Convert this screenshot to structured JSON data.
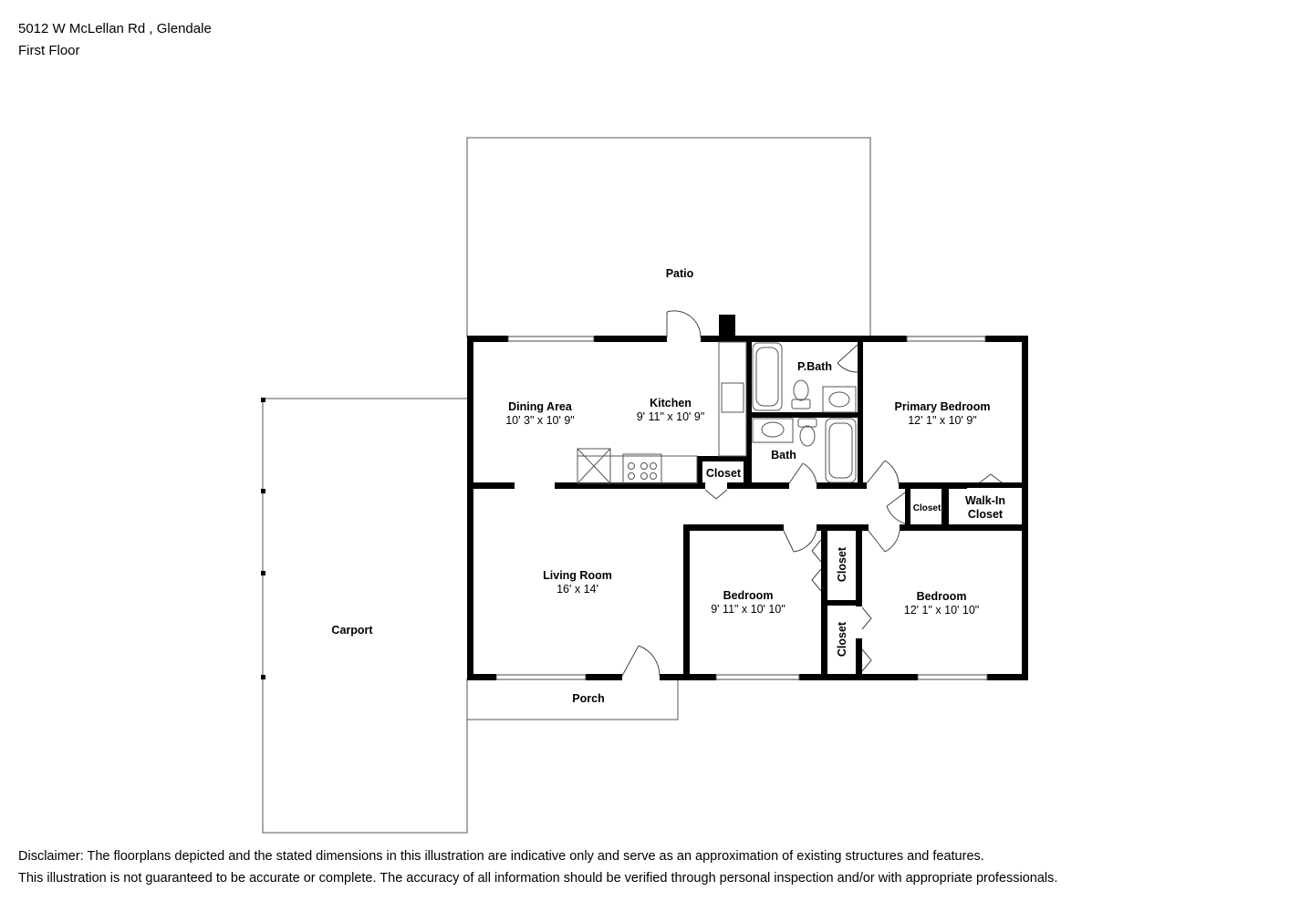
{
  "header": {
    "address": "5012 W McLellan Rd , Glendale",
    "floor": "First Floor"
  },
  "rooms": {
    "patio": {
      "name": "Patio"
    },
    "carport": {
      "name": "Carport"
    },
    "porch": {
      "name": "Porch"
    },
    "dining": {
      "name": "Dining Area",
      "dims": "10' 3\" x 10' 9\""
    },
    "kitchen": {
      "name": "Kitchen",
      "dims": "9' 11\" x 10' 9\""
    },
    "pbath": {
      "name": "P.Bath"
    },
    "bath": {
      "name": "Bath"
    },
    "primary_bedroom": {
      "name": "Primary Bedroom",
      "dims": "12' 1\" x 10' 9\""
    },
    "closet_kitchen": {
      "name": "Closet"
    },
    "closet_hall": {
      "name": "Closet"
    },
    "walkin_closet": {
      "name_line1": "Walk-In",
      "name_line2": "Closet"
    },
    "living_room": {
      "name": "Living Room",
      "dims": "16' x 14'"
    },
    "bedroom_2": {
      "name": "Bedroom",
      "dims": "9' 11\" x 10' 10\""
    },
    "bedroom_3": {
      "name": "Bedroom",
      "dims": "12' 1\" x 10' 10\""
    },
    "closet_bed2": {
      "name": "Closet"
    },
    "closet_bed3": {
      "name": "Closet"
    }
  },
  "disclaimer": {
    "line1": "Disclaimer: The floorplans depicted and the stated dimensions in this illustration are indicative only and serve as an approximation of existing structures and features.",
    "line2": "This illustration is not guaranteed to be accurate or complete. The accuracy of all information should be verified through personal inspection and/or with appropriate professionals."
  }
}
